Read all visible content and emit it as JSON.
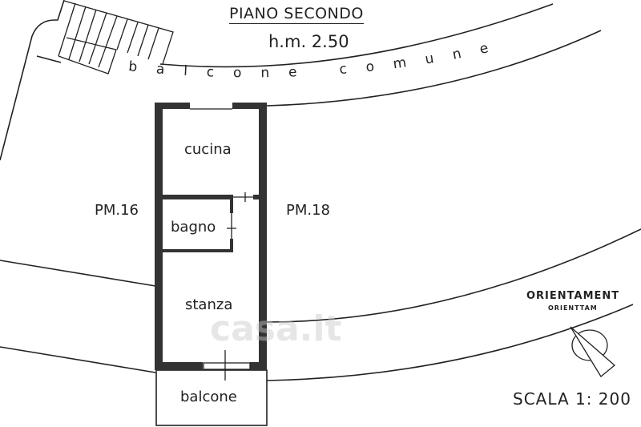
{
  "header": {
    "title": "PIANO SECONDO",
    "height": "h.m. 2.50"
  },
  "common_balcony": {
    "label": "balcone comune"
  },
  "rooms": {
    "cucina": "cucina",
    "bagno": "bagno",
    "stanza": "stanza",
    "balcone": "balcone"
  },
  "neighbors": {
    "left": "PM.16",
    "right": "PM.18"
  },
  "orientation": {
    "title": "ORIENTAMENT",
    "subtitle": "ORIENTTAM"
  },
  "scale": "SCALA 1: 200",
  "watermark": "casa.it"
}
